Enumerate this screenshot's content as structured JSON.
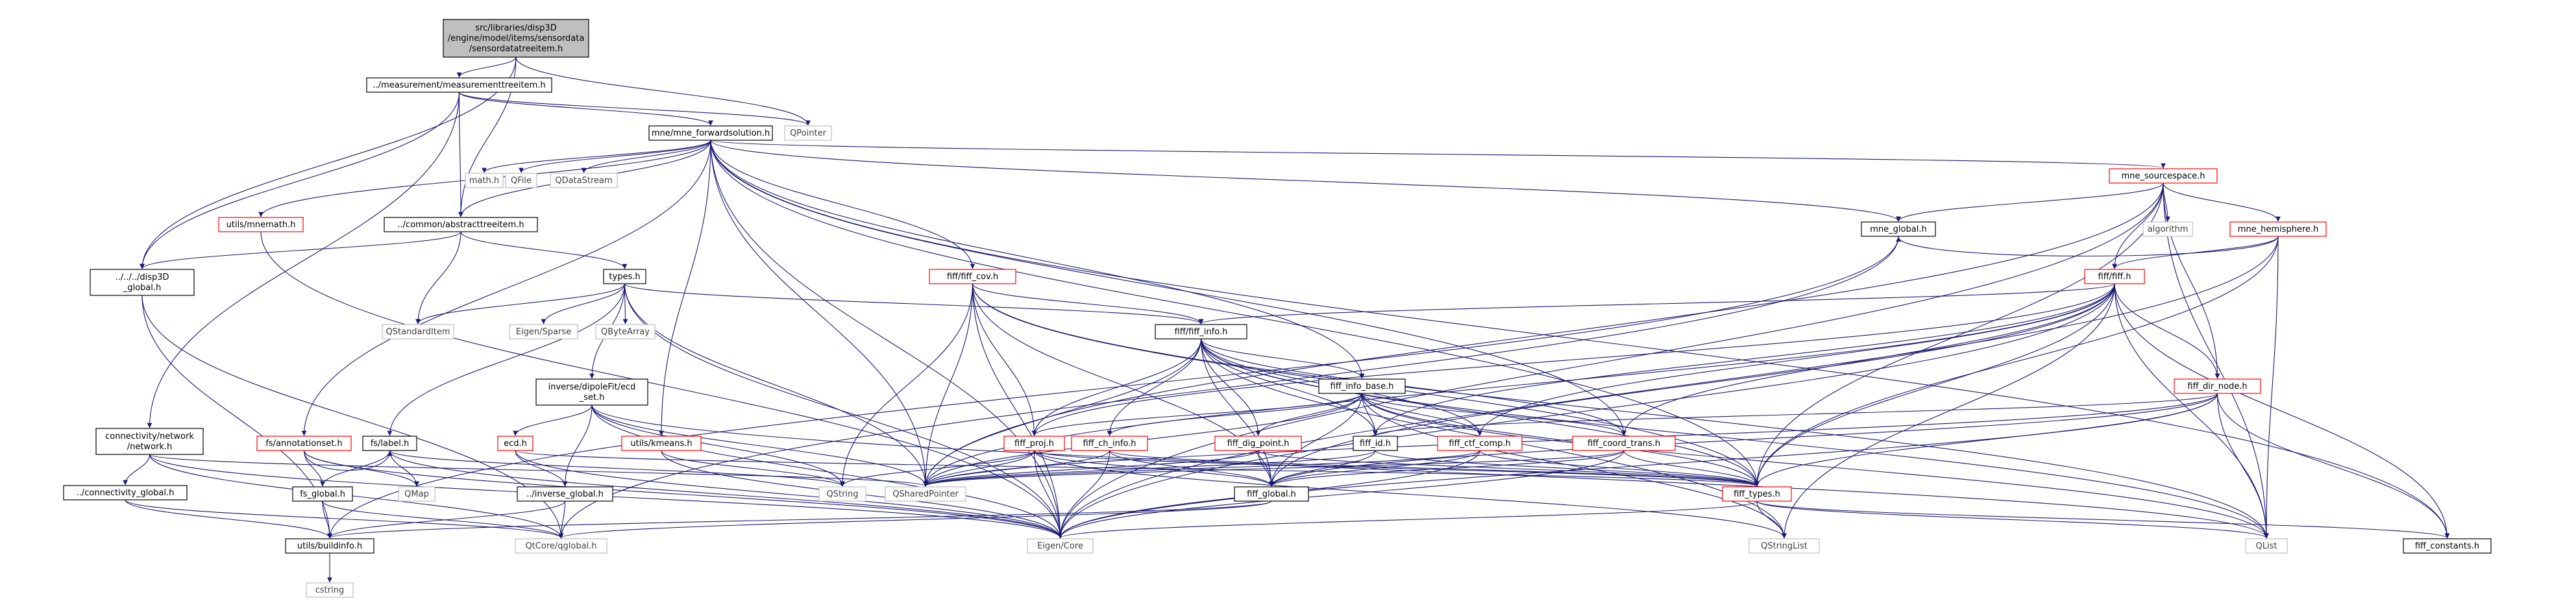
{
  "graph": {
    "colors": {
      "edge": "#191970",
      "root_fill": "#bfbfbf",
      "box_stroke": "#000000",
      "red_text": "#ff0000",
      "gray_stroke": "#bfbfbf",
      "plain_text": "#000000",
      "gray_text": "#404040"
    },
    "nodes": [
      {
        "id": "root",
        "lines": [
          "src/libraries/disp3D",
          "/engine/model/items/sensordata",
          "/sensordatatreeitem.h"
        ],
        "style": "root"
      },
      {
        "id": "measurementtreeitem",
        "lines": [
          "../measurement/measurementtreeitem.h"
        ],
        "style": "black"
      },
      {
        "id": "qpointer",
        "lines": [
          "QPointer"
        ],
        "style": "gray"
      },
      {
        "id": "forwardsolution",
        "lines": [
          "mne/mne_forwardsolution.h"
        ],
        "style": "black"
      },
      {
        "id": "math",
        "lines": [
          "math.h"
        ],
        "style": "gray"
      },
      {
        "id": "qfile",
        "lines": [
          "QFile"
        ],
        "style": "gray"
      },
      {
        "id": "qdatastream",
        "lines": [
          "QDataStream"
        ],
        "style": "gray"
      },
      {
        "id": "mnemath",
        "lines": [
          "utils/mnemath.h"
        ],
        "style": "red"
      },
      {
        "id": "abstracttreeitem",
        "lines": [
          "../common/abstracttreeitem.h"
        ],
        "style": "black"
      },
      {
        "id": "disp3d_global",
        "lines": [
          "../../../disp3D",
          "_global.h"
        ],
        "style": "black"
      },
      {
        "id": "types",
        "lines": [
          "types.h"
        ],
        "style": "black"
      },
      {
        "id": "qstandarditem",
        "lines": [
          "QStandardItem"
        ],
        "style": "gray"
      },
      {
        "id": "eigensparse",
        "lines": [
          "Eigen/Sparse"
        ],
        "style": "gray"
      },
      {
        "id": "qbytearray",
        "lines": [
          "QByteArray"
        ],
        "style": "gray"
      },
      {
        "id": "fiff_cov",
        "lines": [
          "fiff/fiff_cov.h"
        ],
        "style": "red"
      },
      {
        "id": "fiff_info",
        "lines": [
          "fiff/fiff_info.h"
        ],
        "style": "black"
      },
      {
        "id": "fiff_info_base",
        "lines": [
          "fiff_info_base.h"
        ],
        "style": "black"
      },
      {
        "id": "mne_sourcespace",
        "lines": [
          "mne_sourcespace.h"
        ],
        "style": "red"
      },
      {
        "id": "algorithm",
        "lines": [
          "algorithm"
        ],
        "style": "gray"
      },
      {
        "id": "mne_hemisphere",
        "lines": [
          "mne_hemisphere.h"
        ],
        "style": "red"
      },
      {
        "id": "mne_global",
        "lines": [
          "mne_global.h"
        ],
        "style": "black"
      },
      {
        "id": "fiff_h",
        "lines": [
          "fiff/fiff.h"
        ],
        "style": "red"
      },
      {
        "id": "fiff_dir_node",
        "lines": [
          "fiff_dir_node.h"
        ],
        "style": "red"
      },
      {
        "id": "connectivity_network",
        "lines": [
          "connectivity/network",
          "/network.h"
        ],
        "style": "black"
      },
      {
        "id": "connectivity_global",
        "lines": [
          "../connectivity_global.h"
        ],
        "style": "black"
      },
      {
        "id": "fs_annotationset",
        "lines": [
          "fs/annotationset.h"
        ],
        "style": "red"
      },
      {
        "id": "fs_label",
        "lines": [
          "fs/label.h"
        ],
        "style": "black"
      },
      {
        "id": "fs_global",
        "lines": [
          "fs_global.h"
        ],
        "style": "black"
      },
      {
        "id": "qmap",
        "lines": [
          "QMap"
        ],
        "style": "gray"
      },
      {
        "id": "inverse_dipolefit",
        "lines": [
          "inverse/dipoleFit/ecd",
          "_set.h"
        ],
        "style": "black"
      },
      {
        "id": "ecd",
        "lines": [
          "ecd.h"
        ],
        "style": "red"
      },
      {
        "id": "inverse_global",
        "lines": [
          "../inverse_global.h"
        ],
        "style": "black"
      },
      {
        "id": "kmeans",
        "lines": [
          "utils/kmeans.h"
        ],
        "style": "red"
      },
      {
        "id": "qstring",
        "lines": [
          "QString"
        ],
        "style": "gray"
      },
      {
        "id": "qsharedpointer",
        "lines": [
          "QSharedPointer"
        ],
        "style": "gray"
      },
      {
        "id": "fiff_proj",
        "lines": [
          "fiff_proj.h"
        ],
        "style": "red"
      },
      {
        "id": "fiff_ch_info",
        "lines": [
          "fiff_ch_info.h"
        ],
        "style": "red"
      },
      {
        "id": "fiff_dig_point",
        "lines": [
          "fiff_dig_point.h"
        ],
        "style": "red"
      },
      {
        "id": "fiff_id",
        "lines": [
          "fiff_id.h"
        ],
        "style": "black"
      },
      {
        "id": "fiff_ctf_comp",
        "lines": [
          "fiff_ctf_comp.h"
        ],
        "style": "red"
      },
      {
        "id": "fiff_coord_trans",
        "lines": [
          "fiff_coord_trans.h"
        ],
        "style": "red"
      },
      {
        "id": "fiff_global",
        "lines": [
          "fiff_global.h"
        ],
        "style": "black"
      },
      {
        "id": "fiff_types",
        "lines": [
          "fiff_types.h"
        ],
        "style": "red"
      },
      {
        "id": "fiff_constants",
        "lines": [
          "fiff_constants.h"
        ],
        "style": "black"
      },
      {
        "id": "buildinfo",
        "lines": [
          "utils/buildinfo.h"
        ],
        "style": "black"
      },
      {
        "id": "cstring",
        "lines": [
          "cstring"
        ],
        "style": "gray"
      },
      {
        "id": "qtcore_global",
        "lines": [
          "QtCore/qglobal.h"
        ],
        "style": "gray"
      },
      {
        "id": "eigencore",
        "lines": [
          "Eigen/Core"
        ],
        "style": "gray"
      },
      {
        "id": "qstringlist",
        "lines": [
          "QStringList"
        ],
        "style": "gray"
      },
      {
        "id": "qlist",
        "lines": [
          "QList"
        ],
        "style": "gray"
      }
    ],
    "edges": [
      [
        "root",
        "measurementtreeitem"
      ],
      [
        "root",
        "qpointer"
      ],
      [
        "root",
        "abstracttreeitem"
      ],
      [
        "root",
        "disp3d_global"
      ],
      [
        "measurementtreeitem",
        "forwardsolution"
      ],
      [
        "measurementtreeitem",
        "qpointer"
      ],
      [
        "measurementtreeitem",
        "abstracttreeitem"
      ],
      [
        "measurementtreeitem",
        "disp3d_global"
      ],
      [
        "measurementtreeitem",
        "connectivity_network"
      ],
      [
        "forwardsolution",
        "math"
      ],
      [
        "forwardsolution",
        "qfile"
      ],
      [
        "forwardsolution",
        "qdatastream"
      ],
      [
        "forwardsolution",
        "mnemath"
      ],
      [
        "forwardsolution",
        "abstracttreeitem"
      ],
      [
        "forwardsolution",
        "fiff_cov"
      ],
      [
        "forwardsolution",
        "fiff_info_base"
      ],
      [
        "forwardsolution",
        "mne_sourcespace"
      ],
      [
        "forwardsolution",
        "mne_global"
      ],
      [
        "forwardsolution",
        "fs_annotationset"
      ],
      [
        "forwardsolution",
        "kmeans"
      ],
      [
        "forwardsolution",
        "qsharedpointer"
      ],
      [
        "forwardsolution",
        "fiff_coord_trans"
      ],
      [
        "forwardsolution",
        "fiff_types"
      ],
      [
        "forwardsolution",
        "fiff_constants"
      ],
      [
        "forwardsolution",
        "eigencore"
      ],
      [
        "mnemath",
        "eigencore"
      ],
      [
        "abstracttreeitem",
        "disp3d_global"
      ],
      [
        "abstracttreeitem",
        "types"
      ],
      [
        "abstracttreeitem",
        "qstandarditem"
      ],
      [
        "disp3d_global",
        "buildinfo"
      ],
      [
        "disp3d_global",
        "qtcore_global"
      ],
      [
        "types",
        "qstandarditem"
      ],
      [
        "types",
        "eigensparse"
      ],
      [
        "types",
        "qbytearray"
      ],
      [
        "types",
        "fiff_info"
      ],
      [
        "types",
        "fs_label"
      ],
      [
        "types",
        "inverse_dipolefit"
      ],
      [
        "types",
        "qsharedpointer"
      ],
      [
        "types",
        "eigencore"
      ],
      [
        "fiff_cov",
        "fiff_info"
      ],
      [
        "fiff_cov",
        "fiff_proj"
      ],
      [
        "fiff_cov",
        "fiff_types"
      ],
      [
        "fiff_cov",
        "qstring"
      ],
      [
        "fiff_cov",
        "qsharedpointer"
      ],
      [
        "fiff_cov",
        "eigencore"
      ],
      [
        "fiff_cov",
        "fiff_global"
      ],
      [
        "fiff_cov",
        "qlist"
      ],
      [
        "fiff_info",
        "fiff_info_base"
      ],
      [
        "fiff_info",
        "fiff_proj"
      ],
      [
        "fiff_info",
        "fiff_ch_info"
      ],
      [
        "fiff_info",
        "fiff_dig_point"
      ],
      [
        "fiff_info",
        "fiff_id"
      ],
      [
        "fiff_info",
        "fiff_ctf_comp"
      ],
      [
        "fiff_info",
        "fiff_coord_trans"
      ],
      [
        "fiff_info",
        "fiff_global"
      ],
      [
        "fiff_info",
        "fiff_types"
      ],
      [
        "fiff_info",
        "qsharedpointer"
      ],
      [
        "fiff_info",
        "qstringlist"
      ],
      [
        "fiff_info",
        "qlist"
      ],
      [
        "fiff_info_base",
        "fiff_proj"
      ],
      [
        "fiff_info_base",
        "fiff_ch_info"
      ],
      [
        "fiff_info_base",
        "fiff_dig_point"
      ],
      [
        "fiff_info_base",
        "fiff_id"
      ],
      [
        "fiff_info_base",
        "fiff_ctf_comp"
      ],
      [
        "fiff_info_base",
        "fiff_coord_trans"
      ],
      [
        "fiff_info_base",
        "fiff_global"
      ],
      [
        "fiff_info_base",
        "fiff_types"
      ],
      [
        "fiff_info_base",
        "qsharedpointer"
      ],
      [
        "fiff_info_base",
        "qstringlist"
      ],
      [
        "fiff_info_base",
        "qlist"
      ],
      [
        "mne_sourcespace",
        "algorithm"
      ],
      [
        "mne_sourcespace",
        "mne_hemisphere"
      ],
      [
        "mne_sourcespace",
        "mne_global"
      ],
      [
        "mne_sourcespace",
        "fiff_h"
      ],
      [
        "mne_sourcespace",
        "fiff_dir_node"
      ],
      [
        "mne_sourcespace",
        "fiff_types"
      ],
      [
        "mne_sourcespace",
        "eigencore"
      ],
      [
        "mne_sourcespace",
        "qlist"
      ],
      [
        "mne_sourcespace",
        "qsharedpointer"
      ],
      [
        "mne_hemisphere",
        "mne_global"
      ],
      [
        "mne_hemisphere",
        "fiff_h"
      ],
      [
        "mne_hemisphere",
        "fiff_types"
      ],
      [
        "mne_hemisphere",
        "eigencore"
      ],
      [
        "mne_hemisphere",
        "qlist"
      ],
      [
        "mne_global",
        "buildinfo"
      ],
      [
        "mne_global",
        "qtcore_global"
      ],
      [
        "fiff_h",
        "fiff_info"
      ],
      [
        "fiff_h",
        "fiff_dir_node"
      ],
      [
        "fiff_h",
        "fiff_proj"
      ],
      [
        "fiff_h",
        "fiff_id"
      ],
      [
        "fiff_h",
        "fiff_ctf_comp"
      ],
      [
        "fiff_h",
        "fiff_coord_trans"
      ],
      [
        "fiff_h",
        "fiff_global"
      ],
      [
        "fiff_h",
        "fiff_types"
      ],
      [
        "fiff_h",
        "fiff_constants"
      ],
      [
        "fiff_h",
        "eigencore"
      ],
      [
        "fiff_h",
        "qstringlist"
      ],
      [
        "fiff_h",
        "qlist"
      ],
      [
        "fiff_h",
        "qsharedpointer"
      ],
      [
        "fiff_dir_node",
        "fiff_id"
      ],
      [
        "fiff_dir_node",
        "fiff_types"
      ],
      [
        "fiff_dir_node",
        "fiff_global"
      ],
      [
        "fiff_dir_node",
        "fiff_constants"
      ],
      [
        "fiff_dir_node",
        "qlist"
      ],
      [
        "fiff_dir_node",
        "qsharedpointer"
      ],
      [
        "fiff_dir_node",
        "eigencore"
      ],
      [
        "connectivity_network",
        "connectivity_global"
      ],
      [
        "connectivity_network",
        "qsharedpointer"
      ],
      [
        "connectivity_network",
        "eigencore"
      ],
      [
        "connectivity_network",
        "qtcore_global"
      ],
      [
        "connectivity_global",
        "buildinfo"
      ],
      [
        "connectivity_global",
        "qtcore_global"
      ],
      [
        "fs_annotationset",
        "fs_label"
      ],
      [
        "fs_annotationset",
        "fs_global"
      ],
      [
        "fs_annotationset",
        "qmap"
      ],
      [
        "fs_annotationset",
        "eigencore"
      ],
      [
        "fs_label",
        "fs_global"
      ],
      [
        "fs_label",
        "qmap"
      ],
      [
        "fs_label",
        "qstring"
      ],
      [
        "fs_label",
        "eigencore"
      ],
      [
        "fs_global",
        "buildinfo"
      ],
      [
        "fs_global",
        "qtcore_global"
      ],
      [
        "inverse_dipolefit",
        "ecd"
      ],
      [
        "inverse_dipolefit",
        "inverse_global"
      ],
      [
        "inverse_dipolefit",
        "qsharedpointer"
      ],
      [
        "inverse_dipolefit",
        "qstring"
      ],
      [
        "inverse_dipolefit",
        "eigencore"
      ],
      [
        "inverse_dipolefit",
        "qlist"
      ],
      [
        "ecd",
        "inverse_global"
      ],
      [
        "ecd",
        "eigencore"
      ],
      [
        "ecd",
        "fiff_types"
      ],
      [
        "inverse_global",
        "buildinfo"
      ],
      [
        "inverse_global",
        "qtcore_global"
      ],
      [
        "kmeans",
        "qstring"
      ],
      [
        "kmeans",
        "eigencore"
      ],
      [
        "fiff_proj",
        "fiff_global"
      ],
      [
        "fiff_proj",
        "fiff_types"
      ],
      [
        "fiff_proj",
        "qsharedpointer"
      ],
      [
        "fiff_proj",
        "eigencore"
      ],
      [
        "fiff_proj",
        "qstringlist"
      ],
      [
        "fiff_proj",
        "qstring"
      ],
      [
        "fiff_ch_info",
        "fiff_global"
      ],
      [
        "fiff_ch_info",
        "fiff_types"
      ],
      [
        "fiff_ch_info",
        "qsharedpointer"
      ],
      [
        "fiff_ch_info",
        "eigencore"
      ],
      [
        "fiff_dig_point",
        "fiff_global"
      ],
      [
        "fiff_dig_point",
        "fiff_types"
      ],
      [
        "fiff_dig_point",
        "qsharedpointer"
      ],
      [
        "fiff_id",
        "fiff_global"
      ],
      [
        "fiff_id",
        "fiff_types"
      ],
      [
        "fiff_id",
        "qsharedpointer"
      ],
      [
        "fiff_ctf_comp",
        "fiff_global"
      ],
      [
        "fiff_ctf_comp",
        "fiff_types"
      ],
      [
        "fiff_ctf_comp",
        "qsharedpointer"
      ],
      [
        "fiff_ctf_comp",
        "eigencore"
      ],
      [
        "fiff_coord_trans",
        "fiff_global"
      ],
      [
        "fiff_coord_trans",
        "fiff_types"
      ],
      [
        "fiff_coord_trans",
        "qsharedpointer"
      ],
      [
        "fiff_coord_trans",
        "eigencore"
      ],
      [
        "fiff_global",
        "buildinfo"
      ],
      [
        "fiff_global",
        "qtcore_global"
      ],
      [
        "fiff_types",
        "fiff_constants"
      ],
      [
        "fiff_types",
        "qstringlist"
      ],
      [
        "fiff_types",
        "qlist"
      ],
      [
        "fiff_types",
        "eigencore"
      ],
      [
        "buildinfo",
        "cstring"
      ]
    ]
  }
}
